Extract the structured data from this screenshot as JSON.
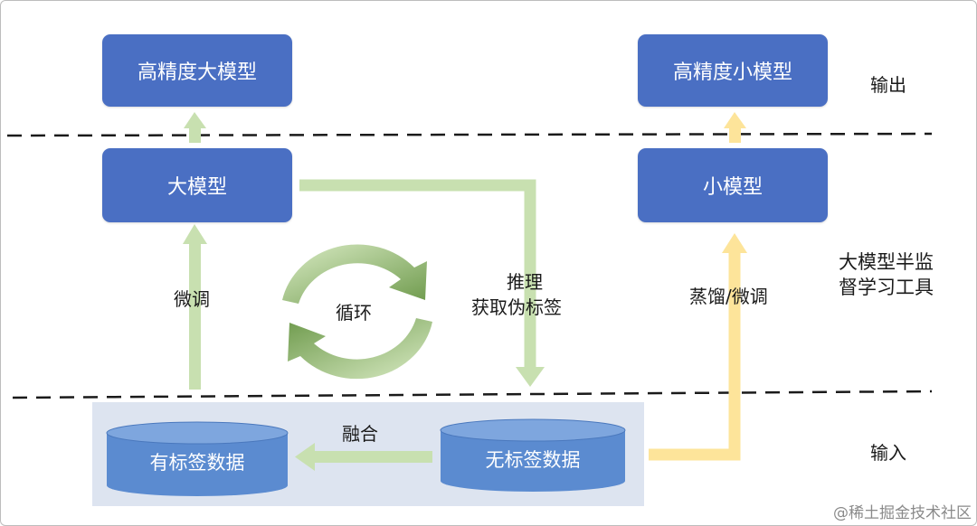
{
  "boxes": {
    "hp_large": "高精度大模型",
    "hp_small": "高精度小模型",
    "large": "大模型",
    "small": "小模型"
  },
  "cylinders": {
    "labeled": "有标签数据",
    "unlabeled": "无标签数据"
  },
  "labels": {
    "output": "输出",
    "input": "输入",
    "tool_line1": "大模型半监",
    "tool_line2": "督学习工具",
    "finetune": "微调",
    "loop": "循环",
    "infer_line1": "推理",
    "infer_line2": "获取伪标签",
    "distill": "蒸馏/微调",
    "fuse": "融合"
  },
  "watermark": "@稀土掘金技术社区",
  "colors": {
    "box_blue": "#4a6fc3",
    "cylinder_blue": "#5b8bd0",
    "arrow_green": "#c8e0b0",
    "arrow_yellow": "#fde49a",
    "loop_green": "#7fa85c",
    "panel_bg": "#dde4f0"
  }
}
